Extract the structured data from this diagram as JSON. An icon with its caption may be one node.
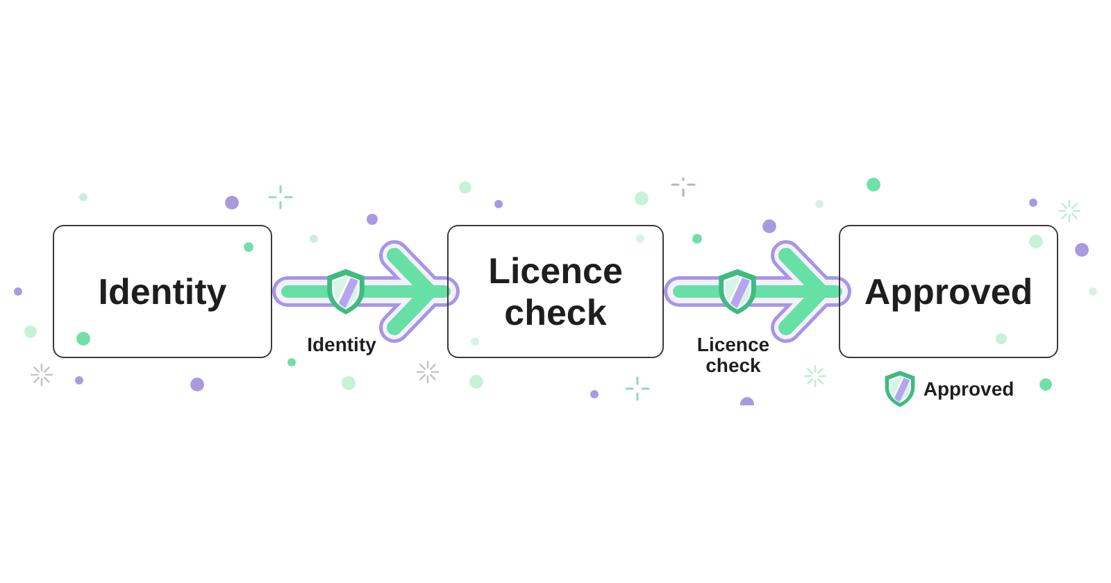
{
  "diagram": {
    "nodes": [
      {
        "text": [
          "Identity"
        ]
      },
      {
        "text": [
          "Licence check"
        ]
      },
      {
        "text": [
          "Approved"
        ],
        "beside": [
          "Approved"
        ]
      }
    ],
    "edges": [
      {
        "from": 0,
        "to": 1,
        "arrow": "to",
        "label": "Identity"
      },
      {
        "from": 1,
        "to": 2,
        "arrow": "to",
        "label": "Licence check"
      }
    ]
  }
}
